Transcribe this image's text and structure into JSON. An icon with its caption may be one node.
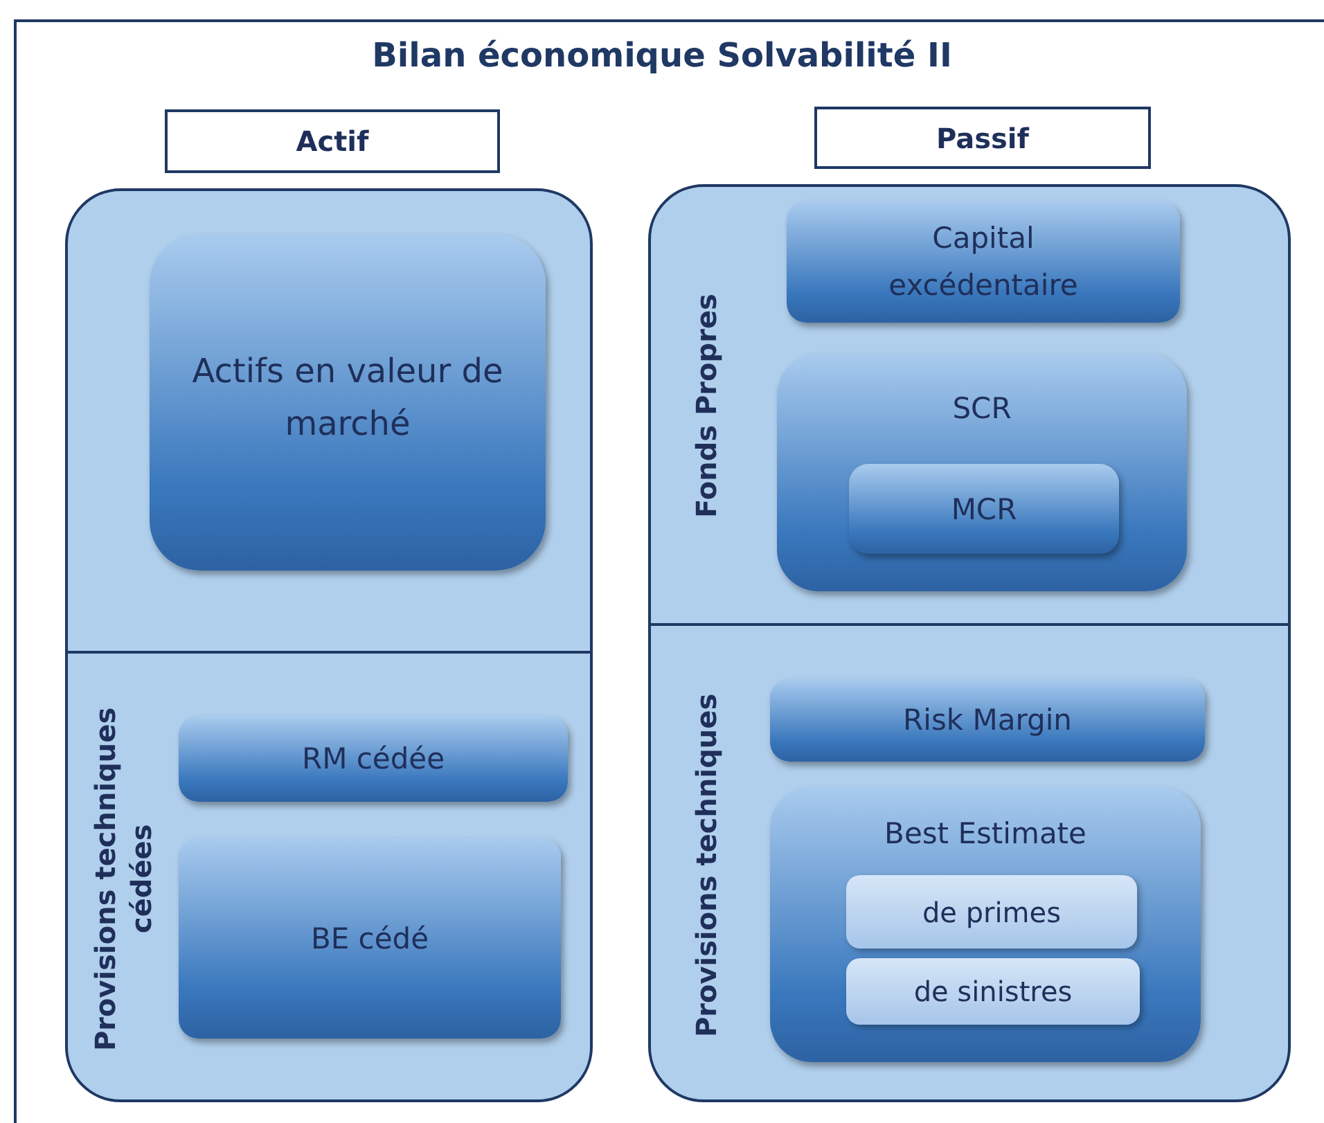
{
  "diagram": {
    "title": "Bilan économique Solvabilité II",
    "nodes": [
      {
        "text": [
          "Actif"
        ]
      },
      {
        "text": [
          "Passif"
        ]
      },
      {
        "text": [],
        "shape": "box"
      },
      {
        "text": [
          "Actifs en valeur de marché"
        ],
        "in": 2
      },
      {
        "text": [
          "Provisions techniques cédées"
        ],
        "in": 2
      },
      {
        "text": [
          "RM cédée"
        ],
        "in": 4
      },
      {
        "text": [
          "BE cédé"
        ],
        "in": 4
      },
      {
        "text": [],
        "shape": "box"
      },
      {
        "text": [
          "Fonds Propres"
        ],
        "in": 7
      },
      {
        "text": [
          "Capital excédentaire"
        ],
        "in": 8
      },
      {
        "text": [
          "SCR"
        ],
        "in": 8
      },
      {
        "text": [
          "MCR"
        ],
        "in": 10
      },
      {
        "text": [
          "Provisions techniques"
        ],
        "in": 7
      },
      {
        "text": [
          "Risk Margin"
        ],
        "in": 12
      },
      {
        "text": [
          "Best Estimate"
        ],
        "in": 12
      },
      {
        "text": [
          "de primes"
        ],
        "in": 14
      },
      {
        "text": [
          "de sinistres"
        ],
        "in": 14
      }
    ],
    "edges": []
  }
}
